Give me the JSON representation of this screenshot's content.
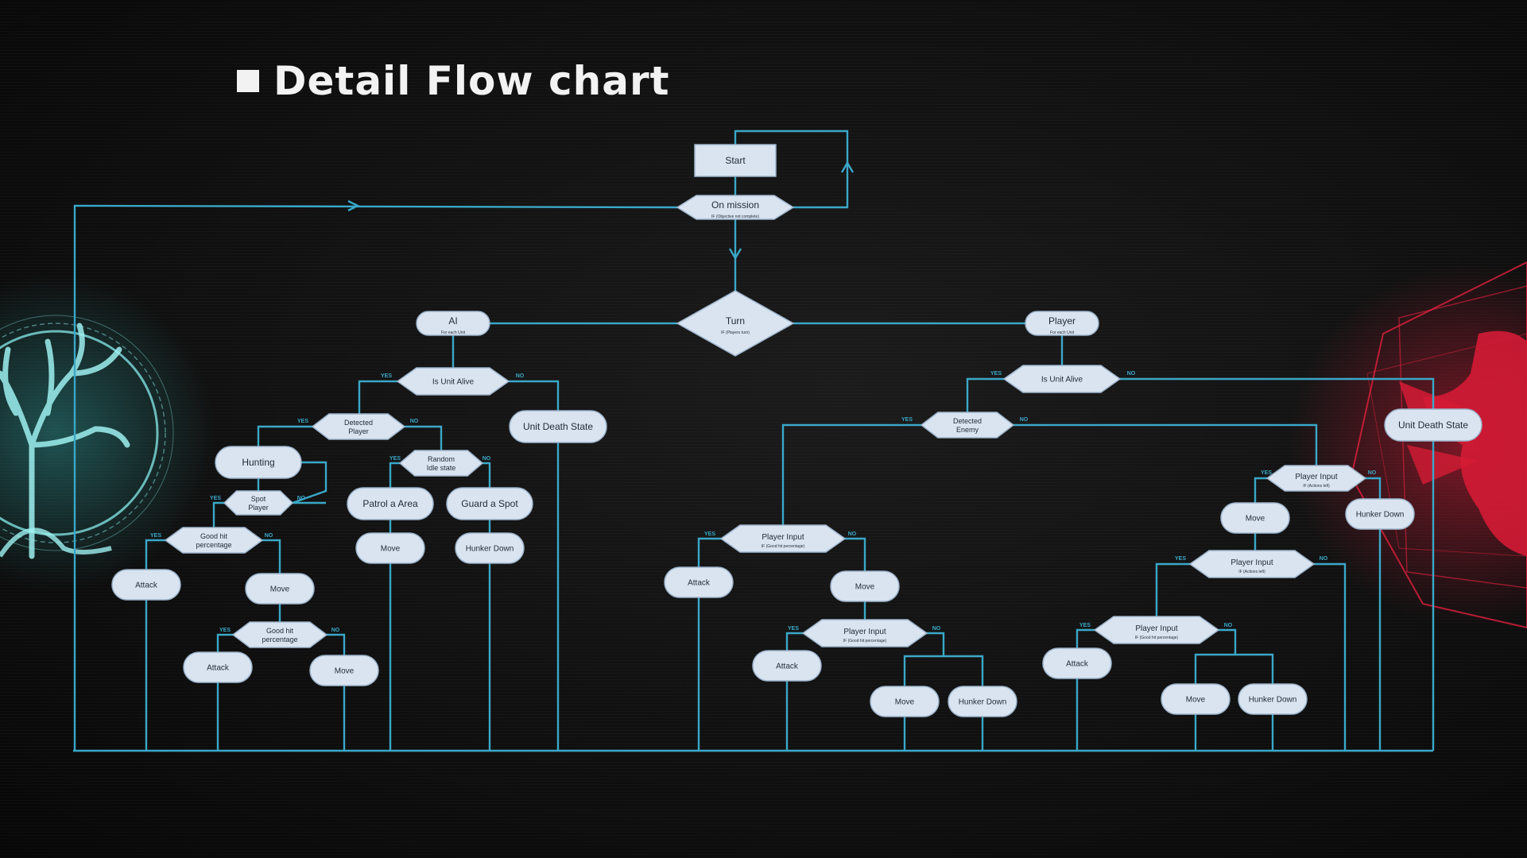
{
  "title": "Detail Flow chart",
  "colors": {
    "line": "#3aa8c8",
    "node_fill": "#d9e4f0",
    "node_stroke": "#9db4cc",
    "text": "#1f2a36",
    "cyan_emblem": "#7fe0e0",
    "red_emblem": "#e0213c"
  },
  "emblems": {
    "left": "tree-emblem-icon",
    "right": "red-bird-emblem-icon"
  },
  "nodes": {
    "start": {
      "label": "Start"
    },
    "on_mission": {
      "label": "On mission",
      "sub": "IF (Objective not complete)"
    },
    "turn": {
      "label": "Turn",
      "sub": "IF (Players turn)"
    },
    "ai": {
      "label": "AI",
      "sub": "For each Unit"
    },
    "player": {
      "label": "Player",
      "sub": "For each Unit"
    },
    "ai_alive": {
      "label": "Is Unit Alive"
    },
    "ai_death": {
      "label": "Unit Death State"
    },
    "ai_detected": {
      "label": "Detected",
      "label2": "Player"
    },
    "hunting": {
      "label": "Hunting"
    },
    "spot_player": {
      "label": "Spot",
      "label2": "Player"
    },
    "ai_hit1": {
      "label": "Good hit",
      "label2": "percentage"
    },
    "ai_attack1": {
      "label": "Attack"
    },
    "ai_move1": {
      "label": "Move"
    },
    "ai_hit2": {
      "label": "Good hit",
      "label2": "percentage"
    },
    "ai_attack2": {
      "label": "Attack"
    },
    "ai_move2": {
      "label": "Move"
    },
    "random_idle": {
      "label": "Random",
      "label2": "Idle state"
    },
    "patrol": {
      "label": "Patrol a Area"
    },
    "guard": {
      "label": "Guard a Spot"
    },
    "patrol_move": {
      "label": "Move"
    },
    "guard_hunker": {
      "label": "Hunker Down"
    },
    "pl_alive": {
      "label": "Is Unit Alive"
    },
    "pl_death": {
      "label": "Unit Death State"
    },
    "pl_detected": {
      "label": "Detected",
      "label2": "Enemy"
    },
    "pl_input_hit": {
      "label": "Player Input",
      "sub": "IF (Good hit percentage)"
    },
    "pl_attack1": {
      "label": "Attack"
    },
    "pl_move1": {
      "label": "Move"
    },
    "pl_input_hit2": {
      "label": "Player Input",
      "sub": "IF (Good hit percentage)"
    },
    "pl_attack2": {
      "label": "Attack"
    },
    "pl_move2": {
      "label": "Move"
    },
    "pl_hunker2": {
      "label": "Hunker Down"
    },
    "pl_input_actions": {
      "label": "Player Input",
      "sub": "IF (Actions left)"
    },
    "pl_move3": {
      "label": "Move"
    },
    "pl_hunker3": {
      "label": "Hunker Down"
    },
    "pl_input_actions2": {
      "label": "Player Input",
      "sub": "IF (Actions left)"
    },
    "pl_input_hit3": {
      "label": "Player Input",
      "sub": "IF (Good hit percentage)"
    },
    "pl_attack3": {
      "label": "Attack"
    },
    "pl_move4": {
      "label": "Move"
    },
    "pl_hunker4": {
      "label": "Hunker Down"
    }
  },
  "branch_labels": {
    "yes": "YES",
    "no": "NO"
  }
}
